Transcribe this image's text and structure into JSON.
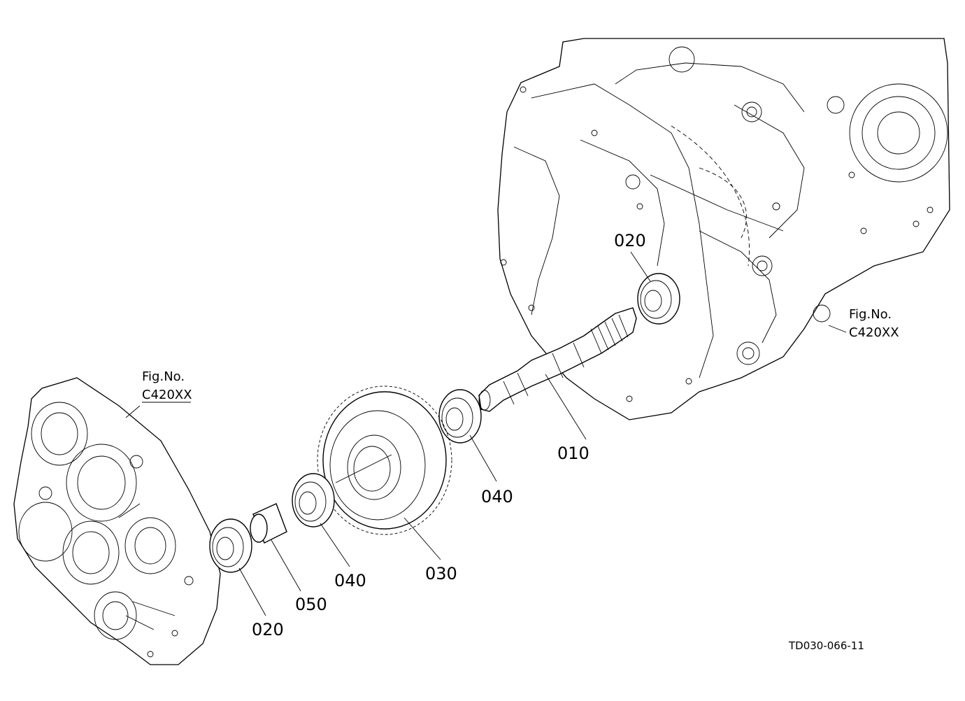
{
  "drawing_code": "TD030-066-11",
  "fig_refs": [
    {
      "line1": "Fig.No.",
      "line2": "C420XX"
    },
    {
      "line1": "Fig.No.",
      "line2": "C420XX"
    }
  ],
  "callouts": {
    "c010": "010",
    "c020_top": "020",
    "c020_bottom": "020",
    "c030": "030",
    "c040_right": "040",
    "c040_left": "040",
    "c050": "050"
  }
}
